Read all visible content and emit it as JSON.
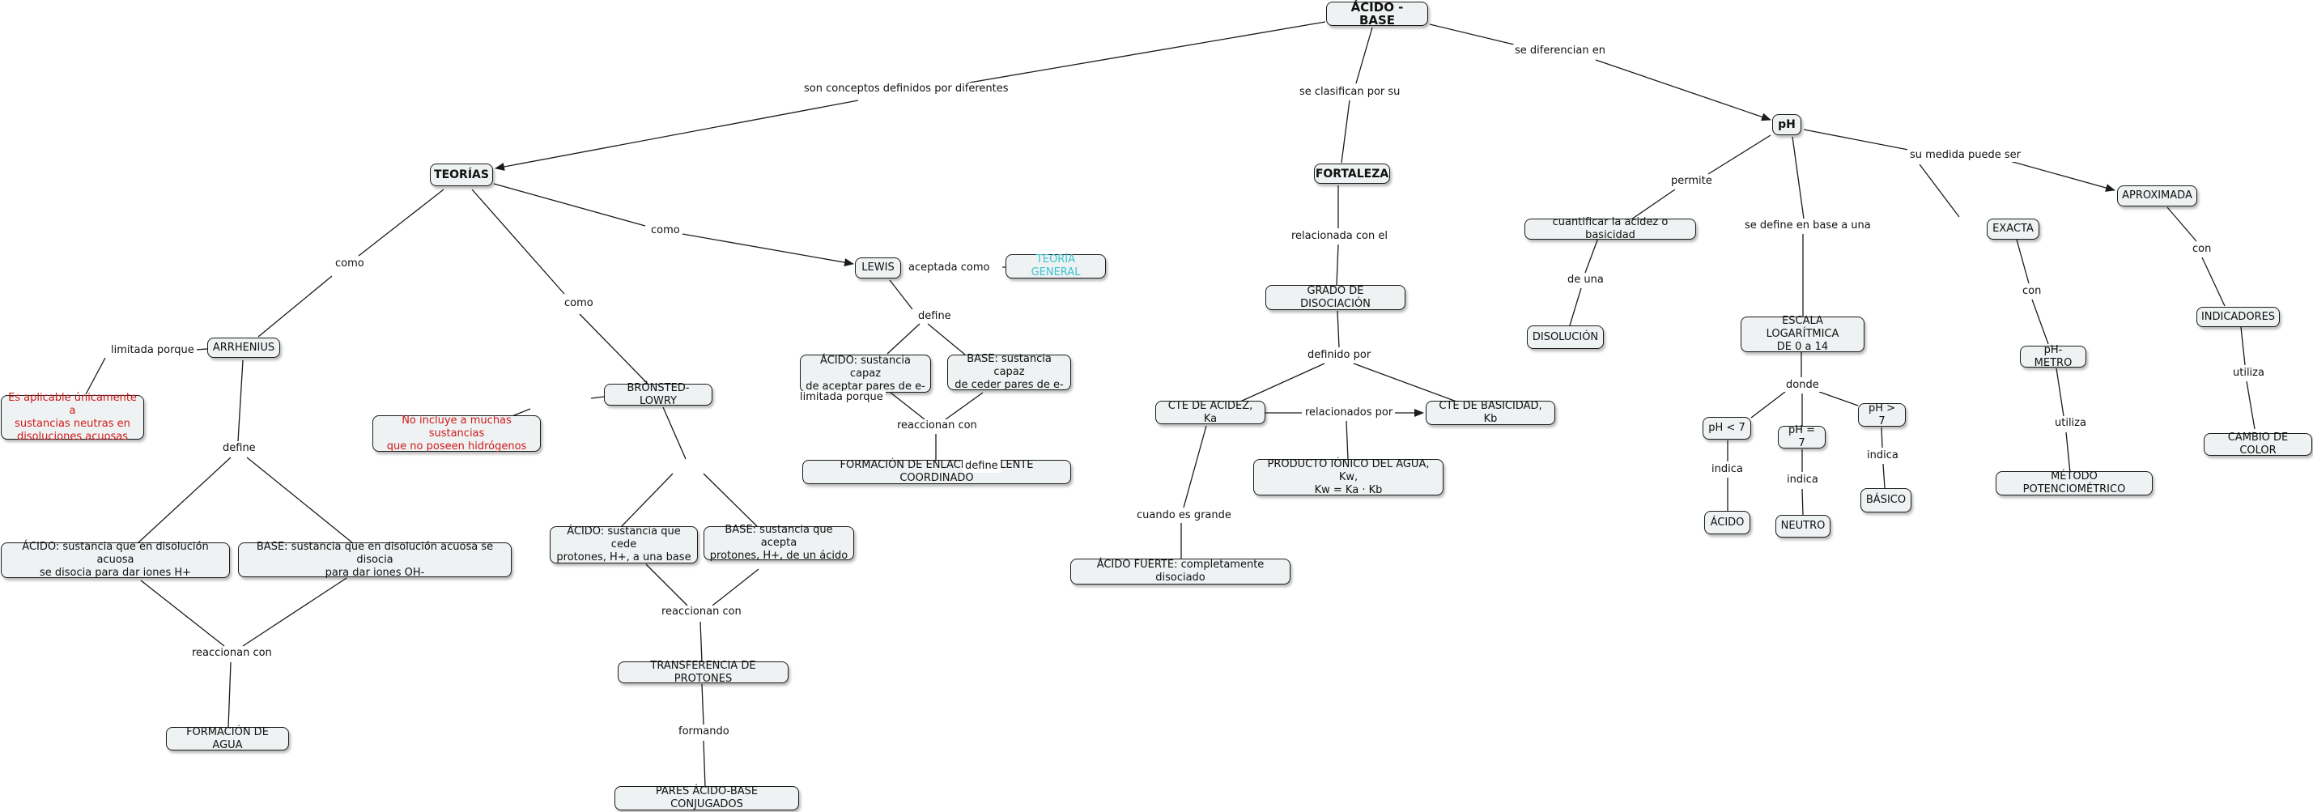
{
  "nodes": {
    "acido_base": "ÁCIDO - BASE",
    "teorias": "TEORÍAS",
    "fortaleza": "FORTALEZA",
    "ph": "pH",
    "arrhenius": "ARRHENIUS",
    "bronsted": "BRÖNSTED-LOWRY",
    "lewis": "LEWIS",
    "teoria_general": "TEORÍA GENERAL",
    "arrhenius_limit": "Es aplicable únicamente a\nsustancias neutras en\ndisoluciones acuosas",
    "bronsted_limit": "No incluye a muchas sustancias\nque no poseen hidrógenos",
    "arrhenius_acido": "ÁCIDO: sustancia que en disolución acuosa\nse disocia para dar iones H+",
    "arrhenius_base": "BASE: sustancia que en disolución acuosa se disocia\npara dar iones OH-",
    "formacion_agua": "FORMACIÓN DE AGUA",
    "bronsted_acido": "ÁCIDO: sustancia que cede\nprotones, H+, a una base",
    "bronsted_base": "BASE: sustancia que acepta\nprotones, H+, de un ácido",
    "transferencia": "TRANSFERENCIA DE PROTONES",
    "pares": "PARES ÁCIDO-BASE CONJUGADOS",
    "lewis_acido": "ÁCIDO: sustancia capaz\nde aceptar pares de e-",
    "lewis_base": "BASE: sustancia capaz\nde ceder pares de e-",
    "enlace_covalente": "FORMACIÓN DE ENLACE COVALENTE COORDINADO",
    "grado_disociacion": "GRADO DE DISOCIACIÓN",
    "cte_acidez": "CTE DE ACIDEZ, Ka",
    "cte_basicidad": "CTE DE BASICIDAD, Kb",
    "producto_ionico": "PRODUCTO IÓNICO DEL AGUA, Kw,\nKw = Ka · Kb",
    "acido_fuerte": "ÁCIDO FUERTE: completamente disociado",
    "cuantificar": "cuantificar la acidez o basicidad",
    "disolucion": "DISOLUCIÓN",
    "escala": "ESCALA LOGARÍTMICA\nDE 0 a 14",
    "ph_menor": "pH < 7",
    "ph_igual": "pH = 7",
    "ph_mayor": "pH > 7",
    "acido": "ÁCIDO",
    "neutro": "NEUTRO",
    "basico": "BÁSICO",
    "exacta": "EXACTA",
    "ph_metro": "pH-METRO",
    "metodo": "MÉTODO POTENCIOMÉTRICO",
    "aproximada": "APROXIMADA",
    "indicadores": "INDICADORES",
    "cambio_color": "CAMBIO DE COLOR"
  },
  "links": {
    "son_conceptos": "son conceptos definidos por diferentes",
    "se_clasifican": "se clasifican por su",
    "se_diferencian": "se diferencian en",
    "como_arrhenius": "como",
    "como_bronsted": "como",
    "como_lewis": "como",
    "limitada_arrhenius": "limitada porque",
    "limitada_bronsted": "limitada porque",
    "define_arrhenius": "define",
    "reaccionan_arrhenius": "reaccionan con",
    "define_bronsted": "define",
    "reaccionan_bronsted": "reaccionan con",
    "formando": "formando",
    "aceptada_como": "aceptada como",
    "define_lewis": "define",
    "reaccionan_lewis": "reaccionan con",
    "relacionada_con": "relacionada con el",
    "definido_por": "definido por",
    "relacionados_por": "relacionados por",
    "cuando_es_grande": "cuando es grande",
    "permite": "permite",
    "de_una": "de una",
    "se_define": "se define en base a una",
    "donde": "donde",
    "indica_acido": "indica",
    "indica_neutro": "indica",
    "indica_basico": "indica",
    "su_medida": "su medida puede ser",
    "con_exacta": "con",
    "utiliza_phmetro": "utiliza",
    "con_aproximada": "con",
    "utiliza_indicadores": "utiliza"
  },
  "colors": {
    "node_fill": "#eef2f3",
    "node_border": "#1b1b1b",
    "line": "#1b1b1b",
    "cyan_text": "#3cc3cf",
    "red_text": "#d11a1a"
  }
}
